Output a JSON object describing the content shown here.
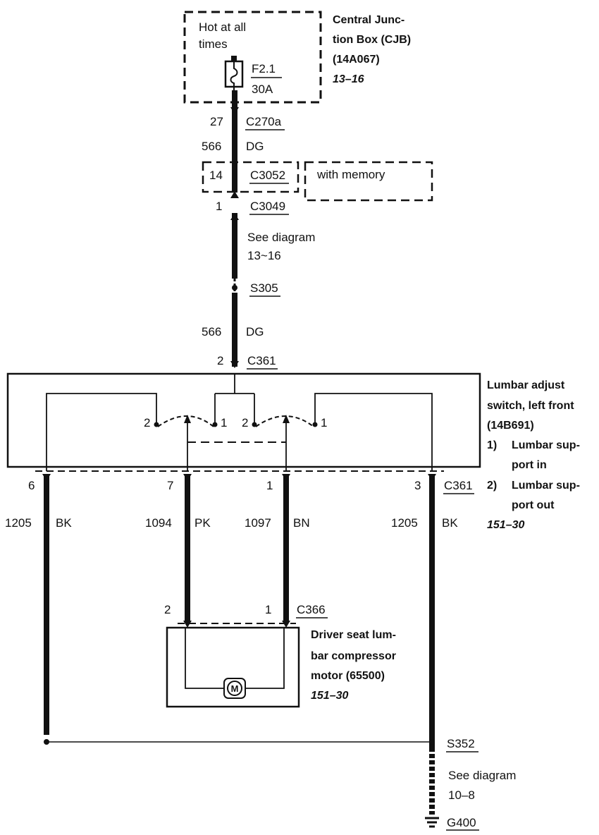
{
  "cjb": {
    "hot": [
      "Hot at all",
      "times"
    ],
    "fuse": "F2.1",
    "amps": "30A",
    "title": [
      "Central Junc-",
      "tion Box (CJB)",
      "(14A067)"
    ],
    "ref": "13–16"
  },
  "top_circuit": {
    "pin_27": "27",
    "c270a": "C270a",
    "circuit_566": "566",
    "color_dg": "DG",
    "pin_14": "14",
    "c3052": "C3052",
    "with_memory": "with memory",
    "pin_1": "1",
    "c3049": "C3049",
    "see_diagram": [
      "See diagram",
      "13~16"
    ],
    "s305": "S305",
    "circuit_566_b": "566",
    "color_dg_b": "DG",
    "pin_2": "2",
    "c361_top": "C361"
  },
  "lumbar_switch": {
    "title": [
      "Lumbar adjust",
      "switch, left front",
      "(14B691)"
    ],
    "item1_num": "1)",
    "item1": [
      "Lumbar sup-",
      "port in"
    ],
    "item2_num": "2)",
    "item2": [
      "Lumbar sup-",
      "port out"
    ],
    "ref": "151–30",
    "contacts": [
      "2",
      "1",
      "2",
      "1"
    ]
  },
  "bottom_circuits": {
    "pins": [
      "6",
      "7",
      "1",
      "3"
    ],
    "c361_bottom": "C361",
    "circuits": [
      "1205",
      "1094",
      "1097",
      "1205"
    ],
    "colors": [
      "BK",
      "PK",
      "BN",
      "BK"
    ]
  },
  "motor": {
    "pin_2": "2",
    "pin_1": "1",
    "c366": "C366",
    "title": [
      "Driver seat lum-",
      "bar compressor",
      "motor (65500)"
    ],
    "ref": "151–30",
    "symbol": "M"
  },
  "ground": {
    "s352": "S352",
    "see_diagram": [
      "See diagram",
      "10–8"
    ],
    "g400": "G400"
  }
}
